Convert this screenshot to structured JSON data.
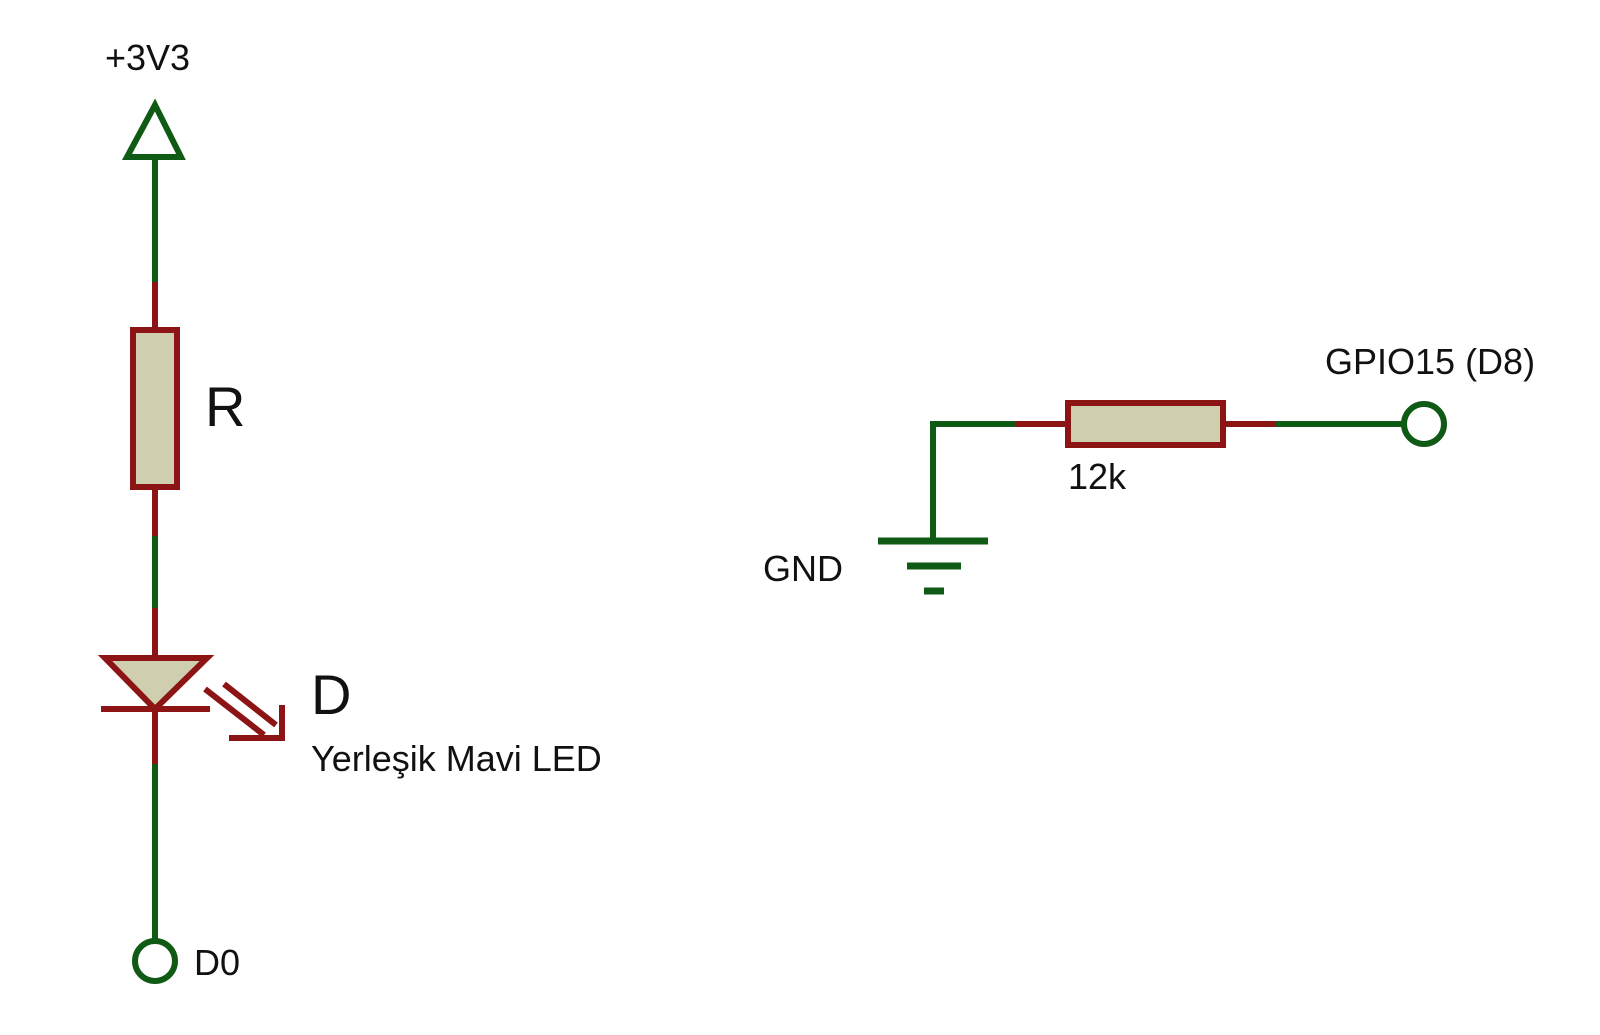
{
  "labels": {
    "supply": "+3V3",
    "resistor_ref": "R",
    "led_ref": "D",
    "led_value": "Yerleşik Mavi LED",
    "led_terminal": "D0",
    "gpio_terminal": "GPIO15 (D8)",
    "pulldown_value": "12k",
    "ground": "GND"
  },
  "colors": {
    "wire": "#0f5a14",
    "pin": "#8c1414",
    "component_fill": "#cfcfb0"
  }
}
